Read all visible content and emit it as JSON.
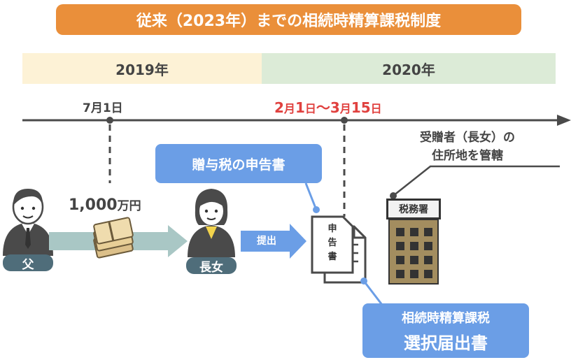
{
  "title": "従来（2023年）までの相続時精算課税制度",
  "years": {
    "left": "2019年",
    "right": "2020年"
  },
  "timeline": {
    "gift_date": "7月1日",
    "filing_period_start_num": "2",
    "filing_period_start_unit": "月",
    "filing_period_start_day": "1",
    "filing_period_start_day_unit": "日",
    "filing_period_sep": "〜",
    "filing_period_end_num": "3",
    "filing_period_end_unit": "月",
    "filing_period_end_day": "15",
    "filing_period_end_day_unit": "日"
  },
  "jurisdiction_note": {
    "line1": "受贈者（長女）の",
    "line2": "住所地を管轄"
  },
  "gift": {
    "amount": "1,000",
    "unit": "万円"
  },
  "persons": {
    "giver": "父",
    "receiver": "長女"
  },
  "callouts": {
    "gift_tax_return": "贈与税の申告書",
    "election_line1": "相続時精算課税",
    "election_line2": "選択届出書"
  },
  "submit_label": "提出",
  "document_text": [
    "申",
    "告",
    "書"
  ],
  "tax_office_label": "税務署",
  "colors": {
    "title_bg": "#ea8f3a",
    "year_2019_bg": "#fdf2d6",
    "year_2020_bg": "#dcebd7",
    "accent_red": "#e0413f",
    "callout_blue": "#6b9ee6",
    "arrow_teal": "#a9c7c5",
    "submit_blue": "#6b9ee6",
    "building": "#a38d5f"
  }
}
